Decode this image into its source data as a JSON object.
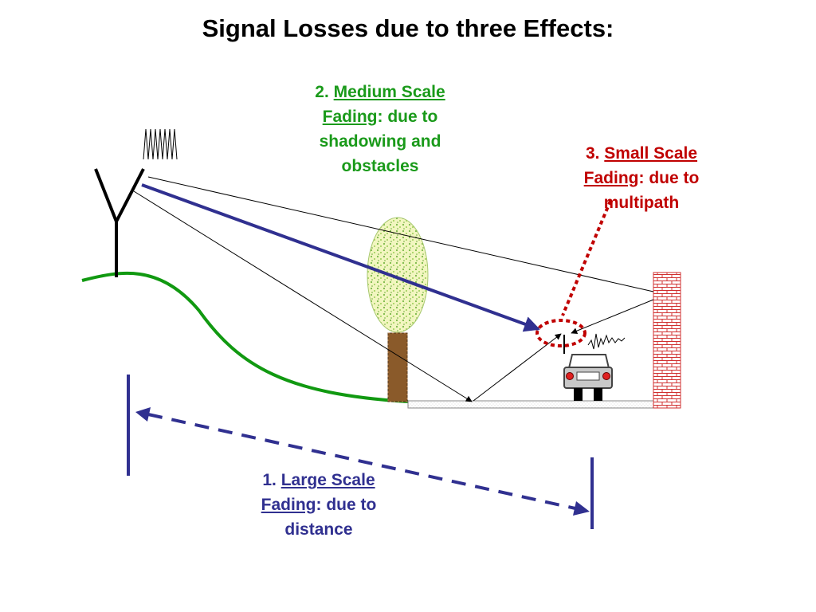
{
  "title": "Signal Losses due to three Effects:",
  "labels": {
    "medium": {
      "number": "2.",
      "term_line1": "Medium Scale",
      "term_line2": "Fading",
      "desc_tail": ": due to",
      "desc_line3": "shadowing and",
      "desc_line4": "obstacles"
    },
    "small": {
      "number": "3.",
      "term_line1": "Small Scale",
      "term_line2": "Fading",
      "desc_tail": ": due to",
      "desc_line3": "multipath"
    },
    "large": {
      "number": "1.",
      "term_line1": "Large Scale",
      "term_line2": "Fading",
      "desc_tail": ": due to",
      "desc_line3": "distance"
    }
  },
  "colors": {
    "medium": "#1a9a1a",
    "small": "#c00000",
    "large": "#303090",
    "hill": "#119911",
    "tree_canopy": "#e8f0a0",
    "tree_trunk": "#8a5a2a",
    "wall": "#cc3333"
  }
}
